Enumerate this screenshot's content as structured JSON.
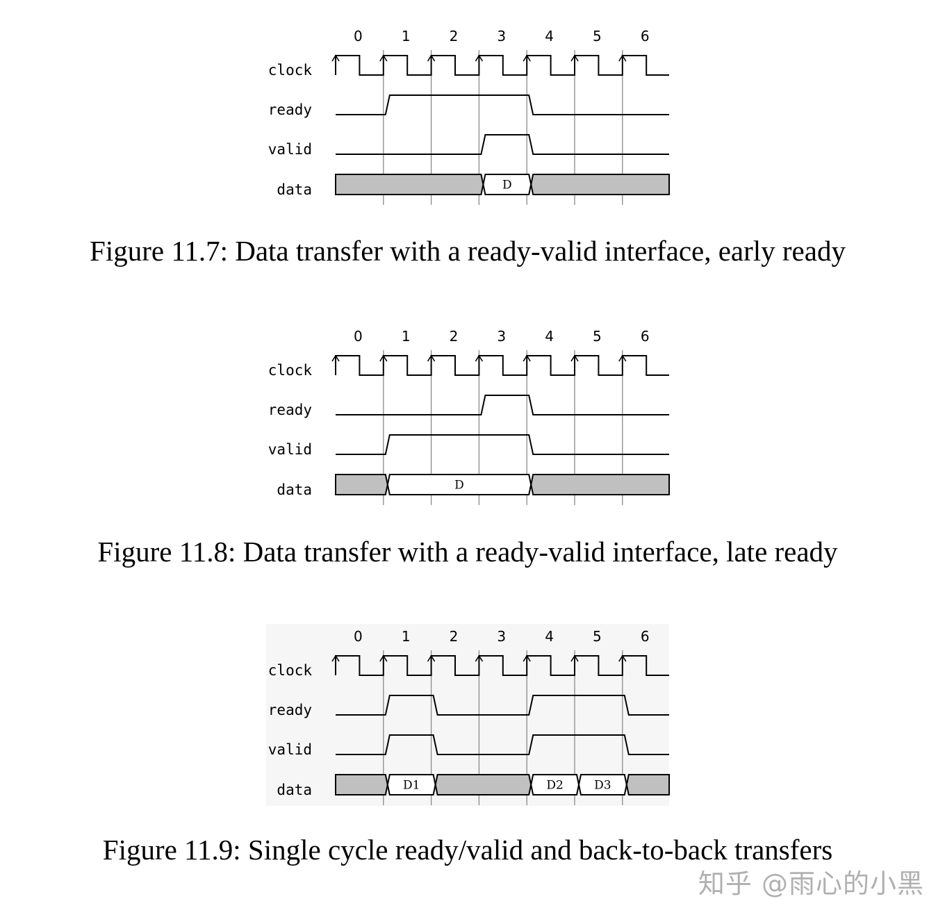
{
  "cycle_labels": [
    "0",
    "1",
    "2",
    "3",
    "4",
    "5",
    "6"
  ],
  "signal_names": {
    "clock": "clock",
    "ready": "ready",
    "valid": "valid",
    "data": "data"
  },
  "figures": [
    {
      "caption": "Figure 11.7: Data transfer with a ready-valid interface, early ready",
      "ready": [
        0,
        1,
        1,
        1,
        0,
        0,
        0
      ],
      "valid": [
        0,
        0,
        0,
        1,
        0,
        0,
        0
      ],
      "data": [
        null,
        null,
        null,
        "D",
        null,
        null,
        null
      ],
      "shaded_background": false
    },
    {
      "caption": "Figure 11.8: Data transfer with a ready-valid interface, late ready",
      "ready": [
        0,
        0,
        0,
        1,
        0,
        0,
        0
      ],
      "valid": [
        0,
        1,
        1,
        1,
        0,
        0,
        0
      ],
      "data": [
        null,
        "D",
        "D",
        "D",
        null,
        null,
        null
      ],
      "shaded_background": false
    },
    {
      "caption": "Figure 11.9: Single cycle ready/valid and back-to-back transfers",
      "ready": [
        0,
        1,
        0,
        0,
        1,
        1,
        0
      ],
      "valid": [
        0,
        1,
        0,
        0,
        1,
        1,
        0
      ],
      "data": [
        null,
        "D1",
        null,
        null,
        "D2",
        "D3",
        null
      ],
      "shaded_background": true
    }
  ],
  "colors": {
    "line": "#000000",
    "grid": "#8a8a8a",
    "invalid_data": "#c0c0c0",
    "shaded_background": "#f6f6f6"
  },
  "watermark": "知乎 @雨心的小黑"
}
